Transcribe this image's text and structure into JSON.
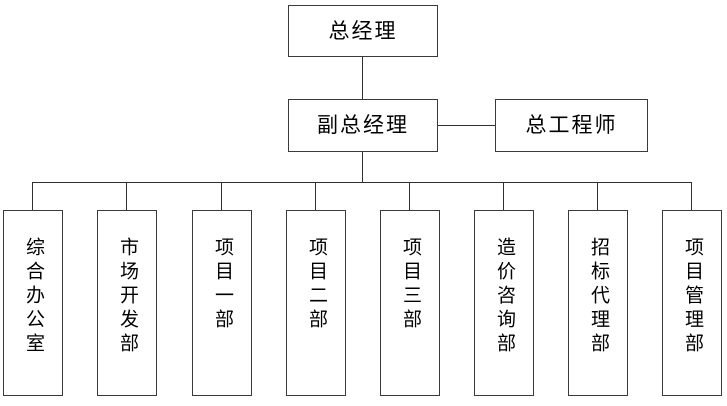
{
  "chart_data": {
    "type": "diagram",
    "subtype": "organizational-chart",
    "title": "",
    "orientation": "top-down",
    "levels": [
      {
        "level": 1,
        "nodes": [
          {
            "id": "gm",
            "label": "总经理",
            "text_direction": "horizontal"
          }
        ]
      },
      {
        "level": 2,
        "nodes": [
          {
            "id": "deputy_gm",
            "label": "副总经理",
            "text_direction": "horizontal"
          },
          {
            "id": "chief_engineer",
            "label": "总工程师",
            "text_direction": "horizontal"
          }
        ]
      },
      {
        "level": 3,
        "nodes": [
          {
            "id": "dept_1",
            "label": "综合办公室",
            "text_direction": "vertical"
          },
          {
            "id": "dept_2",
            "label": "市场开发部",
            "text_direction": "vertical"
          },
          {
            "id": "dept_3",
            "label": "项目一部",
            "text_direction": "vertical"
          },
          {
            "id": "dept_4",
            "label": "项目二部",
            "text_direction": "vertical"
          },
          {
            "id": "dept_5",
            "label": "项目三部",
            "text_direction": "vertical"
          },
          {
            "id": "dept_6",
            "label": "造价咨询部",
            "text_direction": "vertical"
          },
          {
            "id": "dept_7",
            "label": "招标代理部",
            "text_direction": "vertical"
          },
          {
            "id": "dept_8",
            "label": "项目管理部",
            "text_direction": "vertical"
          }
        ]
      }
    ],
    "edges": [
      {
        "from": "gm",
        "to": "deputy_gm",
        "style": "vertical-line"
      },
      {
        "from": "deputy_gm",
        "to": "chief_engineer",
        "style": "horizontal-line"
      },
      {
        "from": "deputy_gm",
        "to": "dept_1",
        "style": "elbow-bus"
      },
      {
        "from": "deputy_gm",
        "to": "dept_2",
        "style": "elbow-bus"
      },
      {
        "from": "deputy_gm",
        "to": "dept_3",
        "style": "elbow-bus"
      },
      {
        "from": "deputy_gm",
        "to": "dept_4",
        "style": "elbow-bus"
      },
      {
        "from": "deputy_gm",
        "to": "dept_5",
        "style": "elbow-bus"
      },
      {
        "from": "deputy_gm",
        "to": "dept_6",
        "style": "elbow-bus"
      },
      {
        "from": "deputy_gm",
        "to": "dept_7",
        "style": "elbow-bus"
      },
      {
        "from": "deputy_gm",
        "to": "dept_8",
        "style": "elbow-bus"
      }
    ],
    "colors": {
      "background": "#ffffff",
      "box_fill": "#ffffff",
      "box_border": "#3a3a3a",
      "connector": "#2f2f2f",
      "text": "#000000"
    }
  }
}
